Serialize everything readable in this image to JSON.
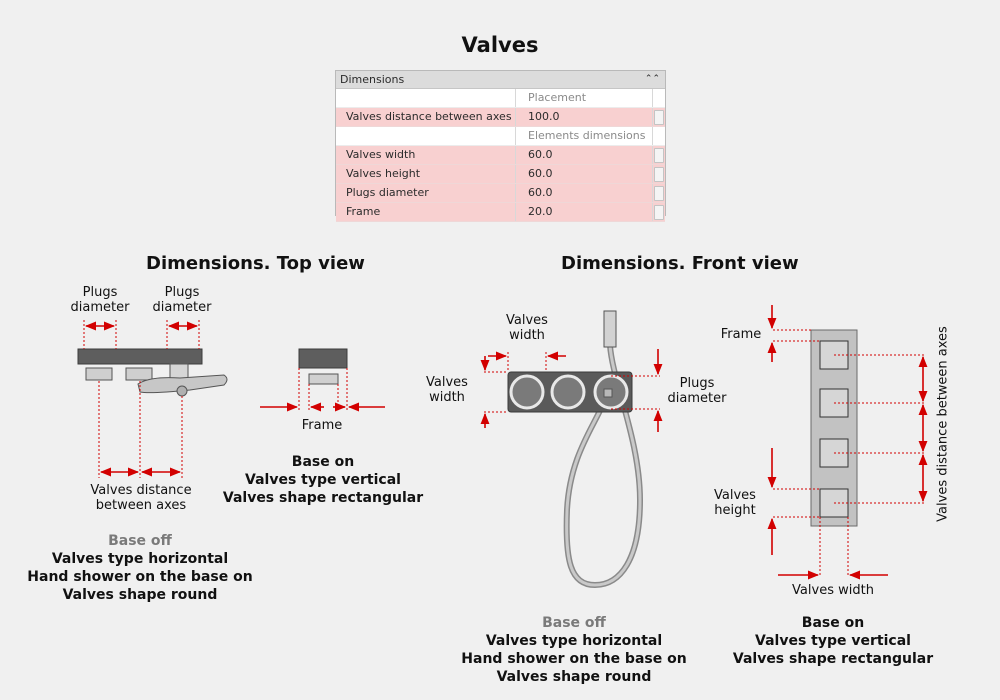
{
  "title": "Valves",
  "panel": {
    "header": "Dimensions",
    "rows": [
      {
        "label": "",
        "value": "Placement"
      },
      {
        "label": "Valves distance between axes",
        "value": "100.0"
      },
      {
        "label": "",
        "value": "Elements dimensions"
      },
      {
        "label": "Valves width",
        "value": "60.0"
      },
      {
        "label": "Valves height",
        "value": "60.0"
      },
      {
        "label": "Plugs diameter",
        "value": "60.0"
      },
      {
        "label": "Frame",
        "value": "20.0"
      }
    ]
  },
  "top_view": {
    "heading": "Dimensions. Top view",
    "left": {
      "plugs_a": [
        "Plugs",
        "diameter"
      ],
      "plugs_b": [
        "Plugs",
        "diameter"
      ],
      "distance": [
        "Valves distance",
        "between axes"
      ],
      "caption": [
        "Base off",
        "Valves type horizontal",
        "Hand shower on the base on",
        "Valves shape round"
      ]
    },
    "right": {
      "frame": "Frame",
      "caption": [
        "Base on",
        "Valves type vertical",
        "Valves shape rectangular"
      ]
    }
  },
  "front_view": {
    "heading": "Dimensions. Front view",
    "left": {
      "valves_width_top": [
        "Valves",
        "width"
      ],
      "valves_width_side": [
        "Valves",
        "width"
      ],
      "plugs": [
        "Plugs",
        "diameter"
      ],
      "caption": [
        "Base off",
        "Valves type horizontal",
        "Hand shower on the base on",
        "Valves shape round"
      ]
    },
    "right": {
      "frame": "Frame",
      "valves_height": [
        "Valves",
        "height"
      ],
      "valves_width": "Valves width",
      "distance_vertical": "Valves distance between axes",
      "caption": [
        "Base on",
        "Valves type vertical",
        "Valves shape rectangular"
      ]
    }
  }
}
